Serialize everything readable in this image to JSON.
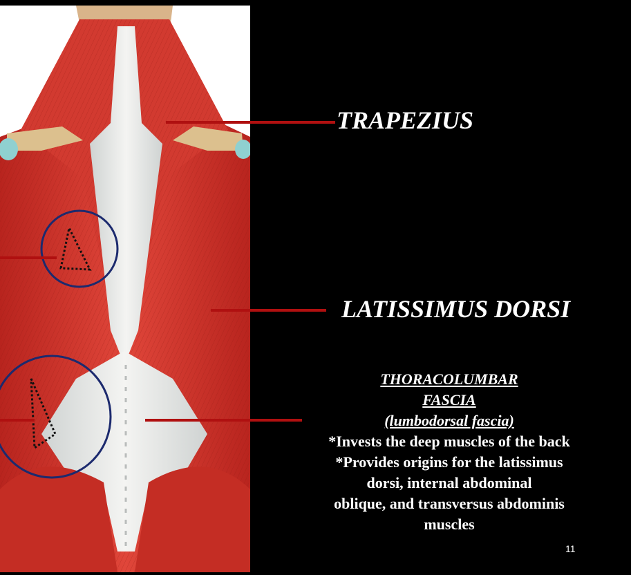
{
  "labels": {
    "trapezius": "TRAPEZIUS",
    "latissimus": "LATISSIMUS DORSI"
  },
  "fascia": {
    "title_line1": "THORACOLUMBAR",
    "title_line2": "FASCIA",
    "subtitle": "(lumbodorsal fascia)",
    "desc1": "*Invests the deep muscles of the back",
    "desc2": "*Provides origins for the latissimus",
    "desc3": "dorsi, internal abdominal",
    "desc4": "oblique, and transversus abdominis",
    "desc5": "muscles"
  },
  "slide_number": "11",
  "colors": {
    "background": "#000000",
    "muscle": "#c8322a",
    "fascia": "#e6e6e4",
    "pointer_line": "#b01010",
    "circle": "#1c2a6e"
  }
}
